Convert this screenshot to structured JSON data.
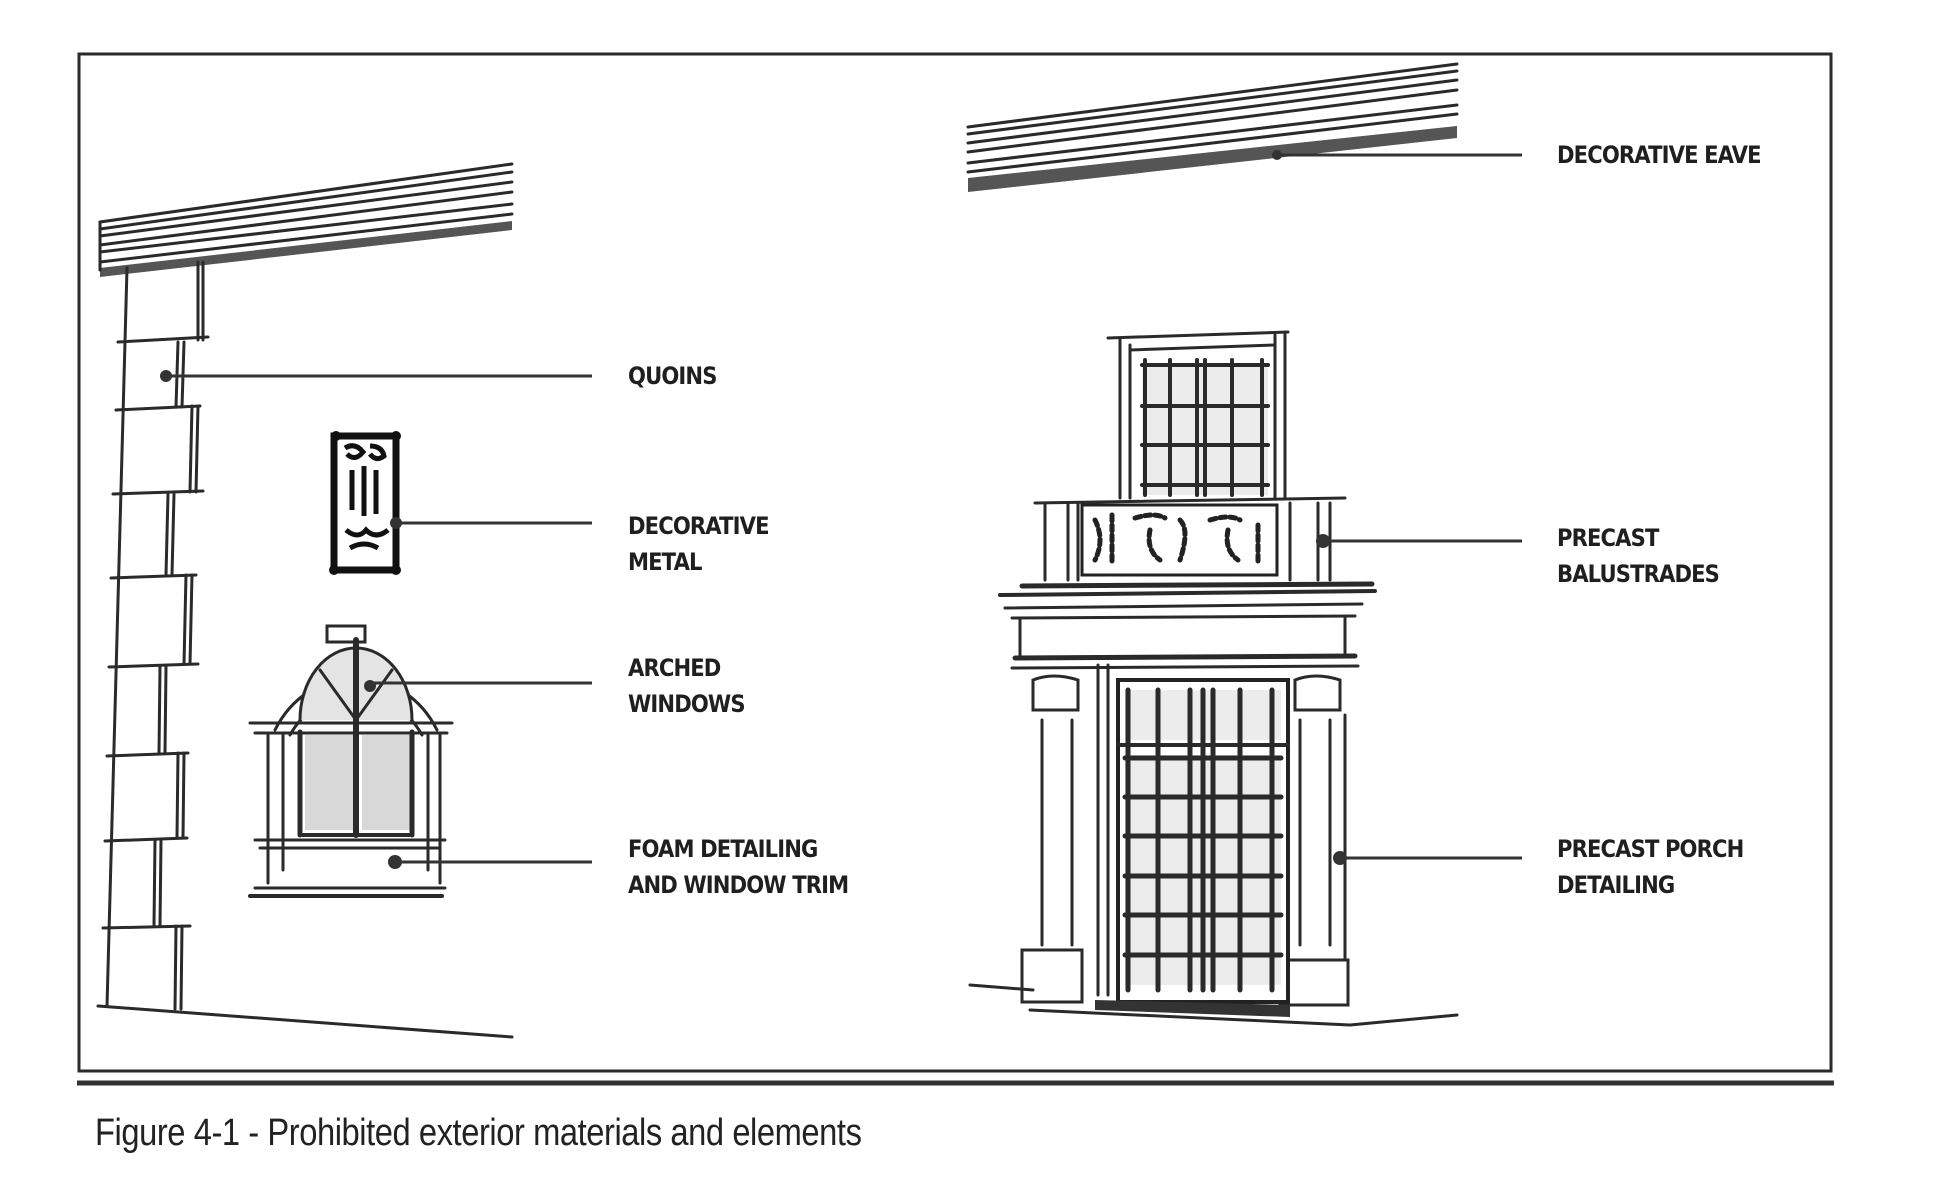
{
  "figure": {
    "caption": "Figure 4-1 - Prohibited exterior materials and elements",
    "callouts": [
      {
        "id": "quoins",
        "lines": [
          "QUOINS"
        ]
      },
      {
        "id": "decorative-metal",
        "lines": [
          "DECORATIVE",
          "METAL"
        ]
      },
      {
        "id": "arched-windows",
        "lines": [
          "ARCHED",
          "WINDOWS"
        ]
      },
      {
        "id": "foam-detailing",
        "lines": [
          "FOAM DETAILING",
          "AND WINDOW TRIM"
        ]
      },
      {
        "id": "decorative-eave",
        "lines": [
          "DECORATIVE EAVE"
        ]
      },
      {
        "id": "precast-balustrades",
        "lines": [
          "PRECAST",
          "BALUSTRADES"
        ]
      },
      {
        "id": "precast-porch",
        "lines": [
          "PRECAST PORCH",
          "DETAILING"
        ]
      }
    ],
    "ink_color": "#2a2a2a",
    "background_color": "#ffffff"
  }
}
